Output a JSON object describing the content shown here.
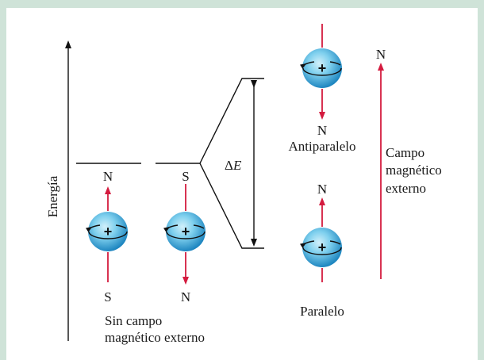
{
  "axis": {
    "label": "Energía"
  },
  "left_group": {
    "top_pole_left": "N",
    "top_pole_right": "S",
    "bottom_pole_left": "S",
    "bottom_pole_right": "N",
    "caption_line1": "Sin campo",
    "caption_line2": "magnético externo"
  },
  "split": {
    "label_delta": "Δ",
    "label_E": "E"
  },
  "upper_state": {
    "pole_bottom": "N",
    "label": "Antiparalelo"
  },
  "lower_state": {
    "pole_top": "N",
    "label": "Paralelo"
  },
  "field": {
    "pole": "N",
    "label_line1": "Campo",
    "label_line2": "magnético",
    "label_line3": "externo"
  },
  "nucleus": {
    "symbol": "+"
  },
  "colors": {
    "arrow_red": "#d41b3f",
    "sphere_light": "#d2f0fa",
    "sphere_mid": "#5cc0e6",
    "sphere_dark": "#1e86c0",
    "background": "#cfe3d8"
  }
}
